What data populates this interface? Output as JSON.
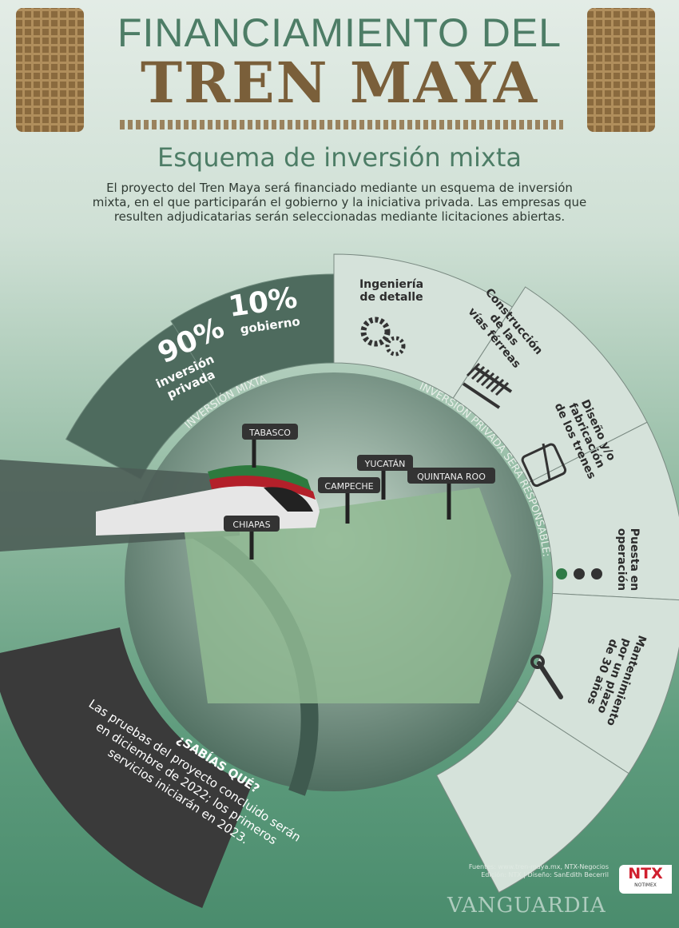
{
  "header": {
    "title_line1": "FINANCIAMIENTO DEL",
    "title_line2": "TREN MAYA",
    "subtitle": "Esquema de inversión mixta",
    "intro": "El proyecto del Tren Maya será financiado mediante un esquema de inversión mixta, en el que participarán el gobierno y la iniciativa privada. Las empresas que resulten adjudicatarias serán seleccionadas mediante licitaciones abiertas."
  },
  "investment": {
    "ring_label": "INVERSIÓN MIXTA",
    "private_pct": "90%",
    "private_label_1": "inversión",
    "private_label_2": "privada",
    "gov_pct": "10%",
    "gov_label": "gobierno"
  },
  "private_ring_label": "INVERSIÓN PRIVADA SERÁ RESPONSABLE:",
  "responsibilities": [
    {
      "lines": [
        "Ingeniería",
        "de detalle"
      ],
      "icon": "gears-icon"
    },
    {
      "lines": [
        "Construcción",
        "de las",
        "vías férreas"
      ],
      "icon": "railway-track-icon"
    },
    {
      "lines": [
        "Diseño y/o",
        "fabricación",
        "de los trenes"
      ],
      "icon": "train-front-icon"
    },
    {
      "lines": [
        "Puesta en",
        "operación"
      ],
      "icon": "status-dots-icon"
    },
    {
      "lines": [
        "Mantenimiento",
        "por un plazo",
        "de 30 años"
      ],
      "icon": "wrench-icon"
    }
  ],
  "states": [
    "TABASCO",
    "YUCATÁN",
    "CAMPECHE",
    "QUINTANA ROO",
    "CHIAPAS"
  ],
  "fact": {
    "title": "¿SABÍAS QUÉ?",
    "lines": [
      "Las pruebas del proyecto concluido serán",
      "en diciembre de 2022; los primeros",
      "servicios iniciarán en 2023."
    ]
  },
  "footer": {
    "sources": "Fuentes: www.tren-maya.mx, NTX-Negocios",
    "credits": "Edición: NTX | Diseño: SanEdith Becerril",
    "watermark": "VANGUARDIA",
    "logo_main": "NTX",
    "logo_sub": "NOTIMEX"
  },
  "colors": {
    "dark_green": "#4e6b5e",
    "light_segment": "#d5e2da",
    "charcoal": "#3a3a3a",
    "gold": "#7a5f3a",
    "accent_green": "#2f7a46"
  }
}
